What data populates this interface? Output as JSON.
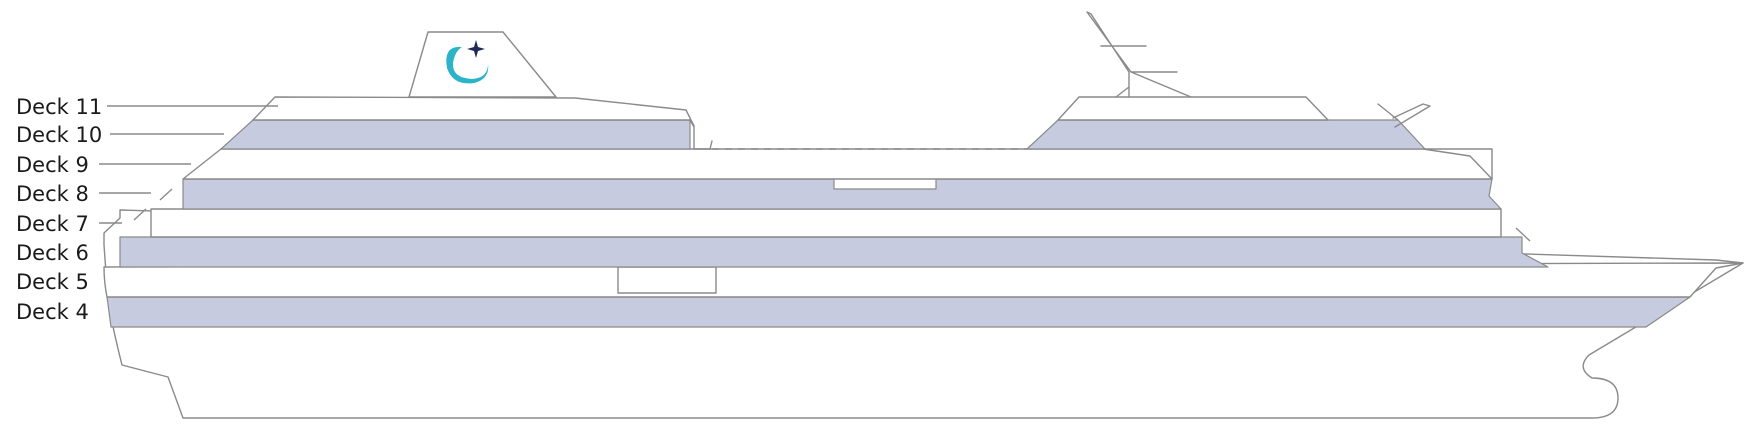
{
  "colors": {
    "band": "#c7cbe0",
    "outline": "#8a8a8a",
    "logo_teal": "#2bb3c8",
    "logo_star": "#1e2a5a"
  },
  "logo": {
    "icon": "crescent-star-icon"
  },
  "decks": [
    {
      "label": "Deck 11",
      "shaded": false
    },
    {
      "label": "Deck 10",
      "shaded": true
    },
    {
      "label": "Deck 9",
      "shaded": false
    },
    {
      "label": "Deck 8",
      "shaded": true
    },
    {
      "label": "Deck 7",
      "shaded": false
    },
    {
      "label": "Deck 6",
      "shaded": true
    },
    {
      "label": "Deck 5",
      "shaded": false
    },
    {
      "label": "Deck 4",
      "shaded": true
    }
  ]
}
